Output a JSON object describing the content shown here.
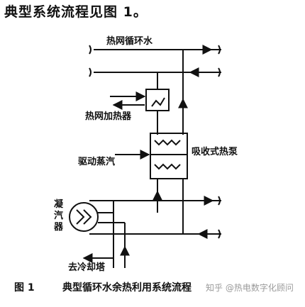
{
  "intro_text": "典型系统流程见图 1。",
  "labels": {
    "hot_water_loop": "热网循环水",
    "heat_net_heater": "热网加热器",
    "drive_steam": "驱动蒸汽",
    "absorption_heat_pump": "吸收式热泵",
    "condenser_1": "凝",
    "condenser_2": "汽",
    "condenser_3": "器",
    "to_cooling_tower": "去冷却塔"
  },
  "caption": {
    "number": "图 1",
    "title": "典型循环水余热利用系统流程"
  },
  "watermark": "知乎 @热电数字化顾问"
}
